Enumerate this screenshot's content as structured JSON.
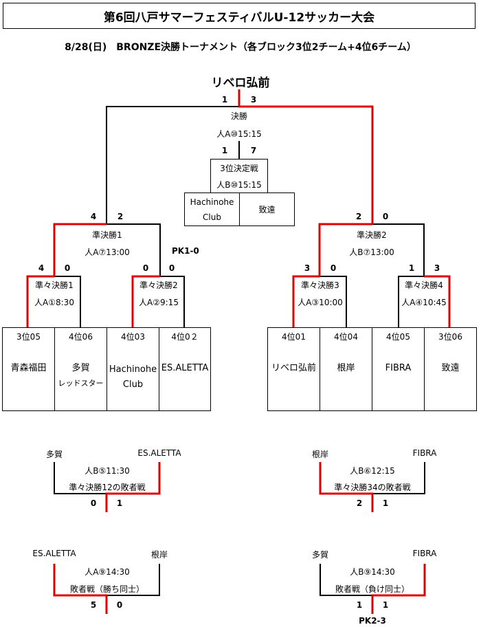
{
  "title": "第6回八戸サマーフェスティバルU-12サッカー大会",
  "subtitle": "8/28(日)　BRONZE決勝トーナメント（各ブロック3位2チーム+4位6チーム）",
  "champion": "リベロ弘前",
  "final": {
    "label": "決勝",
    "slot": "人A⑩15:15",
    "score_left": "1",
    "score_right": "3"
  },
  "third_place": {
    "label": "3位決定戦",
    "slot": "人B⑩15:15",
    "score_left": "1",
    "score_right": "7",
    "team_left_line1": "Hachinohe",
    "team_left_line2": "Club",
    "team_right": "致遠"
  },
  "semi1": {
    "label": "準決勝1",
    "slot": "人A⑦13:00",
    "score_left": "4",
    "score_right": "2",
    "pk": "PK1-0"
  },
  "semi2": {
    "label": "準決勝2",
    "slot": "人B⑦13:00",
    "score_left": "2",
    "score_right": "0"
  },
  "qf1": {
    "label": "準々決勝1",
    "slot": "人A①8:30",
    "score_left": "4",
    "score_right": "0"
  },
  "qf2": {
    "label": "準々決勝2",
    "slot": "人A②9:15",
    "score_left": "0",
    "score_right": "0"
  },
  "qf3": {
    "label": "準々決勝3",
    "slot": "人A③10:00",
    "score_left": "3",
    "score_right": "0"
  },
  "qf4": {
    "label": "準々決勝4",
    "slot": "人A④10:45",
    "score_left": "1",
    "score_right": "3"
  },
  "teams": [
    {
      "seed": "3位05",
      "name": "青森福田",
      "name2": ""
    },
    {
      "seed": "4位06",
      "name": "多賀",
      "name2": "レッドスター"
    },
    {
      "seed": "4位03",
      "name": "Hachinohe",
      "name2": "Club"
    },
    {
      "seed": "4位0２",
      "name": "ES.ALETTA",
      "name2": ""
    },
    {
      "seed": "4位01",
      "name": "リベロ弘前",
      "name2": ""
    },
    {
      "seed": "4位04",
      "name": "根岸",
      "name2": ""
    },
    {
      "seed": "4位05",
      "name": "FIBRA",
      "name2": ""
    },
    {
      "seed": "3位06",
      "name": "致遠",
      "name2": ""
    }
  ],
  "consolation": [
    {
      "left": "多賀",
      "right": "ES.ALETTA",
      "slot": "人B⑤11:30",
      "label": "準々決勝12の敗者戦",
      "score_left": "0",
      "score_right": "1",
      "pk": ""
    },
    {
      "left": "根岸",
      "right": "FIBRA",
      "slot": "人B⑥12:15",
      "label": "準々決勝34の敗者戦",
      "score_left": "2",
      "score_right": "1",
      "pk": ""
    },
    {
      "left": "ES.ALETTA",
      "right": "根岸",
      "slot": "人A⑨14:30",
      "label": "敗者戦（勝ち同士）",
      "score_left": "5",
      "score_right": "0",
      "pk": ""
    },
    {
      "left": "多賀",
      "right": "FIBRA",
      "slot": "人B⑨14:30",
      "label": "敗者戦（負け同士）",
      "score_left": "1",
      "score_right": "1",
      "pk": "PK2-3"
    }
  ],
  "colors": {
    "winner_line": "#e00000",
    "line": "#000000"
  }
}
